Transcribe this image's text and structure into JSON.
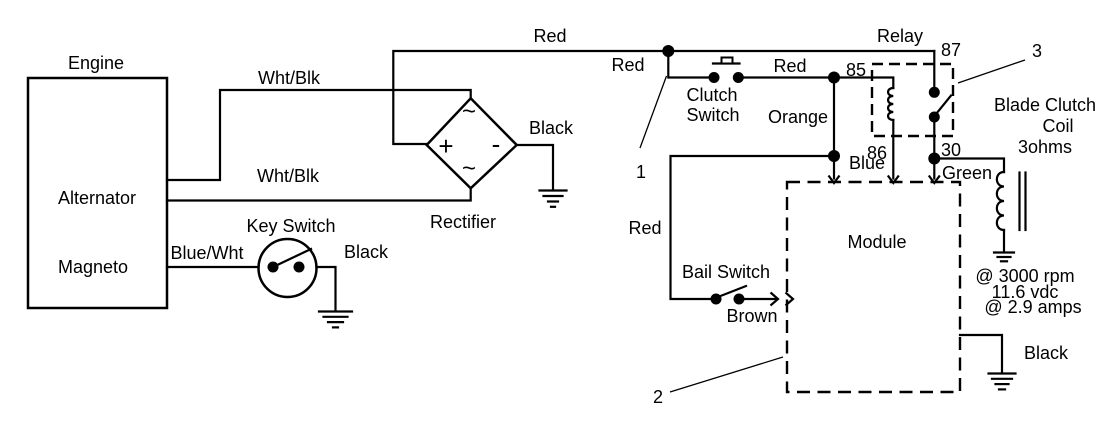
{
  "engine": {
    "title": "Engine",
    "alternator": "Alternator",
    "magneto": "Magneto"
  },
  "components": {
    "key_switch": "Key Switch",
    "rectifier": "Rectifier",
    "clutch_switch_line1": "Clutch",
    "clutch_switch_line2": "Switch",
    "relay": "Relay",
    "module": "Module",
    "bail_switch": "Bail Switch",
    "blade_clutch_line1": "Blade Clutch",
    "blade_clutch_line2": "Coil",
    "blade_clutch_line3": "3ohms"
  },
  "wire_labels": {
    "wht_blk_top": "Wht/Blk",
    "wht_blk_bottom": "Wht/Blk",
    "blue_wht": "Blue/Wht",
    "red_top": "Red",
    "red_branch": "Red",
    "red_clutch": "Red",
    "red_bail": "Red",
    "orange": "Orange",
    "blue": "Blue",
    "green": "Green",
    "brown": "Brown",
    "black_key": "Black",
    "black_rectifier": "Black",
    "black_module": "Black"
  },
  "relay_pins": {
    "p85": "85",
    "p86": "86",
    "p87": "87",
    "p30": "30"
  },
  "rectifier_symbols": {
    "ac_top": "~",
    "plus": "+",
    "minus": "-",
    "ac_bottom": "~"
  },
  "callouts": {
    "c1": "1",
    "c2": "2",
    "c3": "3"
  },
  "coil_specs": {
    "rpm": "@ 3000 rpm",
    "vdc": "11.6 vdc",
    "amps": "@ 2.9 amps"
  },
  "colors": {
    "line": "#000000",
    "background": "#ffffff"
  }
}
